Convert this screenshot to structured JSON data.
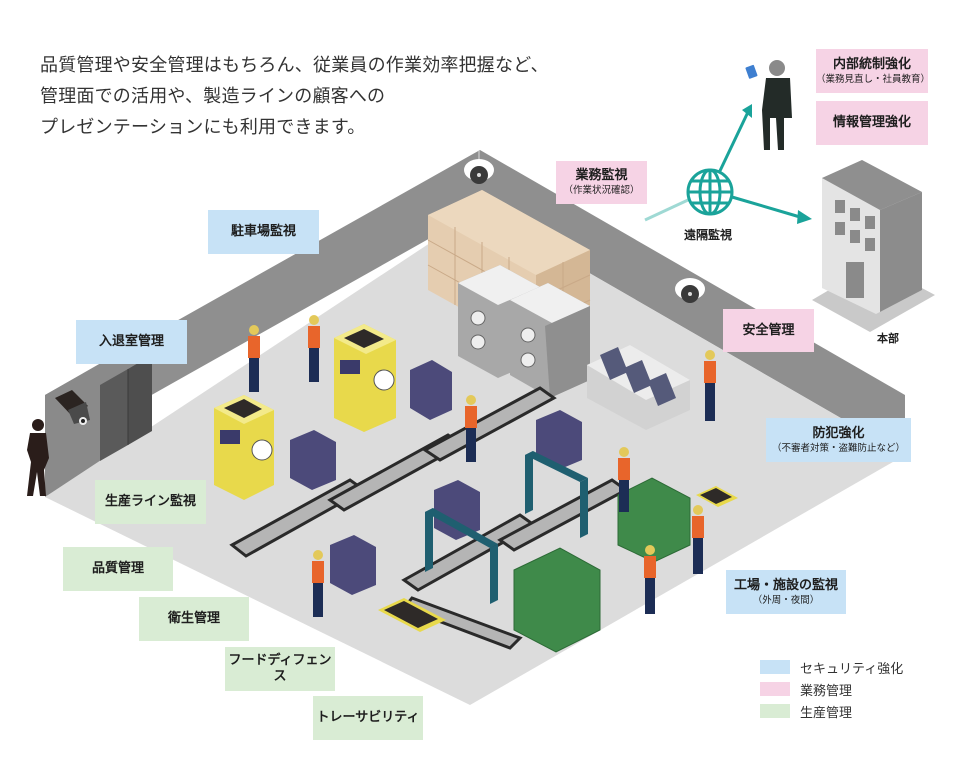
{
  "intro": {
    "lines": [
      "品質管理や安全管理はもちろん、従業員の作業効率把握など、",
      "管理面での活用や、製造ラインの顧客への",
      "プレゼンテーションにも利用できます。"
    ]
  },
  "labels": {
    "naibu_tousei": {
      "title": "内部統制強化",
      "sub": "（業務見直し・社員教育）"
    },
    "jouhou_kanri": {
      "title": "情報管理強化"
    },
    "gyoumu_kanshi": {
      "title": "業務監視",
      "sub": "（作業状況確認）"
    },
    "enkaku_kanshi": {
      "title": "遠隔監視"
    },
    "honbu": {
      "title": "本部"
    },
    "chushajou": {
      "title": "駐車場監視"
    },
    "nyuutaishitsu": {
      "title": "入退室管理"
    },
    "anzen_kanri": {
      "title": "安全管理"
    },
    "bouhan": {
      "title": "防犯強化",
      "sub": "（不審者対策・盗難防止など）"
    },
    "seisan_line": {
      "title": "生産ライン監視"
    },
    "hinshitsu": {
      "title": "品質管理"
    },
    "eisei": {
      "title": "衛生管理"
    },
    "food_defense": {
      "title": "フードディフェンス"
    },
    "traceability": {
      "title": "トレーサビリティ"
    },
    "koujou_shisetsu": {
      "title": "工場・施設の監視",
      "sub": "（外周・夜間）"
    }
  },
  "legend": [
    {
      "label": "セキュリティ強化",
      "color": "#c7e2f6"
    },
    {
      "label": "業務管理",
      "color": "#f6d3e5"
    },
    {
      "label": "生産管理",
      "color": "#d9ecd4"
    }
  ],
  "colors": {
    "wall": "#8f8f8f",
    "floor": "#dcdcdc",
    "accent_teal": "#1aa39a",
    "security": "#c7e2f6",
    "business": "#f6d3e5",
    "production": "#d9ecd4"
  }
}
